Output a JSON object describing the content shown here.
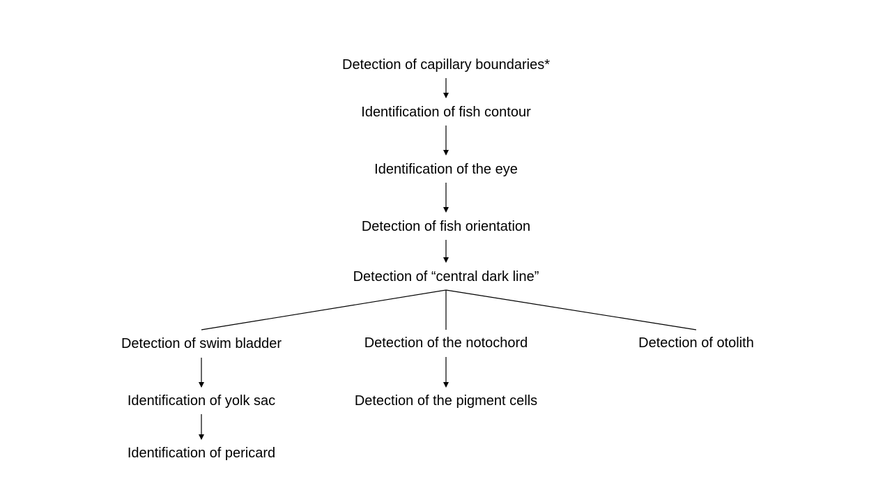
{
  "nodes": {
    "capillary": "Detection of capillary boundaries*",
    "contour": "Identification of fish contour",
    "eye": "Identification of the eye",
    "orientation": "Detection of fish orientation",
    "dark_line": "Detection of “central dark line”",
    "swim_bladder": "Detection of swim bladder",
    "notochord": "Detection of the notochord",
    "otolith": "Detection of otolith",
    "yolk_sac": "Identification of yolk sac",
    "pigment_cells": "Detection of the pigment cells",
    "pericard": "Identification of pericard"
  },
  "colors": {
    "text": "#000000",
    "lines": "#000000",
    "background": "#ffffff"
  }
}
